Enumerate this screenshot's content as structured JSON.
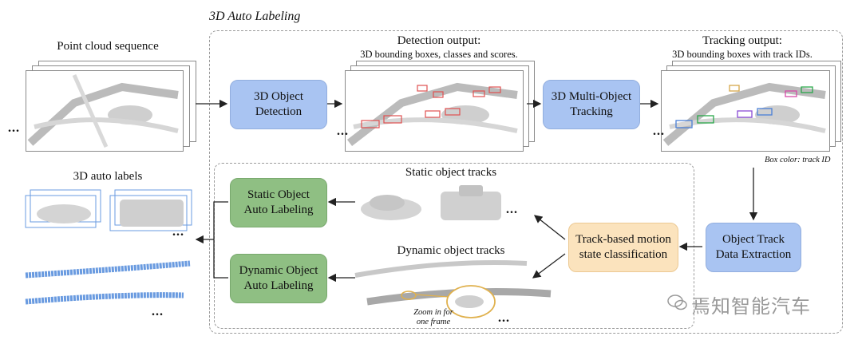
{
  "section_title": "3D Auto Labeling",
  "labels": {
    "point_cloud_sequence": "Point cloud sequence",
    "detection_output_title": "Detection output:",
    "detection_output_sub": "3D bounding boxes, classes and scores.",
    "tracking_output_title": "Tracking output:",
    "tracking_output_sub": "3D bounding boxes with track IDs.",
    "box_color_caption": "Box color: track ID",
    "auto_labels": "3D auto labels",
    "static_tracks": "Static object tracks",
    "dynamic_tracks": "Dynamic object tracks",
    "zoom_caption_1": "Zoom in for",
    "zoom_caption_2": "one frame"
  },
  "boxes": {
    "detection": [
      "3D Object",
      "Detection"
    ],
    "tracking": [
      "3D Multi-Object",
      "Tracking"
    ],
    "extraction": [
      "Object Track",
      "Data Extraction"
    ],
    "motion": [
      "Track-based motion",
      "state classification"
    ],
    "static": [
      "Static Object",
      "Auto Labeling"
    ],
    "dynamic": [
      "Dynamic Object",
      "Auto Labeling"
    ]
  },
  "ellipsis": "...",
  "watermark": "焉知智能汽车",
  "colors": {
    "blue_box": "#a9c4f2",
    "green_box": "#8fbf83",
    "orange_box": "#fbe3bd",
    "detection_boxes": "#e05050",
    "label_lines": "#4a7fd6"
  }
}
